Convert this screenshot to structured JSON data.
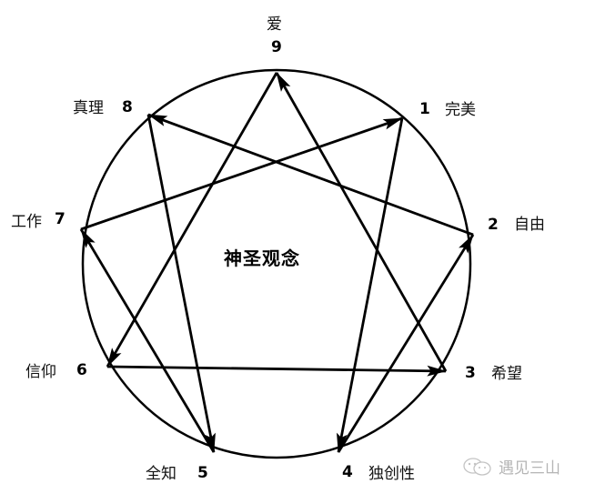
{
  "diagram": {
    "title": "神圣观念",
    "type": "enneagram",
    "points": [
      {
        "number": "9",
        "label": "爱"
      },
      {
        "number": "1",
        "label": "完美"
      },
      {
        "number": "2",
        "label": "自由"
      },
      {
        "number": "3",
        "label": "希望"
      },
      {
        "number": "4",
        "label": "独创性"
      },
      {
        "number": "5",
        "label": "全知"
      },
      {
        "number": "6",
        "label": "信仰"
      },
      {
        "number": "7",
        "label": "工作"
      },
      {
        "number": "8",
        "label": "真理"
      }
    ],
    "arrows": [
      {
        "from": "3",
        "to": "9"
      },
      {
        "from": "9",
        "to": "6"
      },
      {
        "from": "1",
        "to": "4"
      },
      {
        "from": "7",
        "to": "1"
      },
      {
        "from": "2",
        "to": "8"
      },
      {
        "from": "4",
        "to": "2"
      },
      {
        "from": "8",
        "to": "5"
      },
      {
        "from": "5",
        "to": "7"
      },
      {
        "from": "6",
        "to": "3"
      }
    ],
    "line_color": "#000000",
    "background": "#ffffff"
  },
  "watermark": {
    "icon": "wechat-icon",
    "text": "遇见三山",
    "color": "#b5b5b5"
  }
}
